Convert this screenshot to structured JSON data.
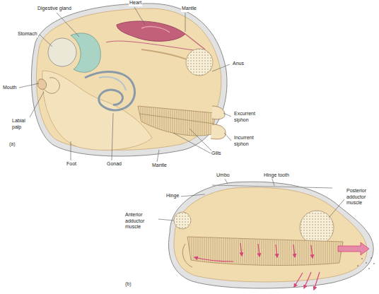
{
  "diagram": {
    "labels": [
      "Digestive gland",
      "Heart",
      "Mantle",
      "Stomach",
      "Anus",
      "Mouth",
      "Excurrent siphon",
      "Incurrent siphon",
      "Labial palp",
      "Gills",
      "Gonad",
      "Foot",
      "Mantle",
      "(a)",
      "Umbo",
      "Hinge tooth",
      "Hinge",
      "Posterior adductor muscle",
      "Anterior adductor muscle",
      "(b)"
    ]
  }
}
